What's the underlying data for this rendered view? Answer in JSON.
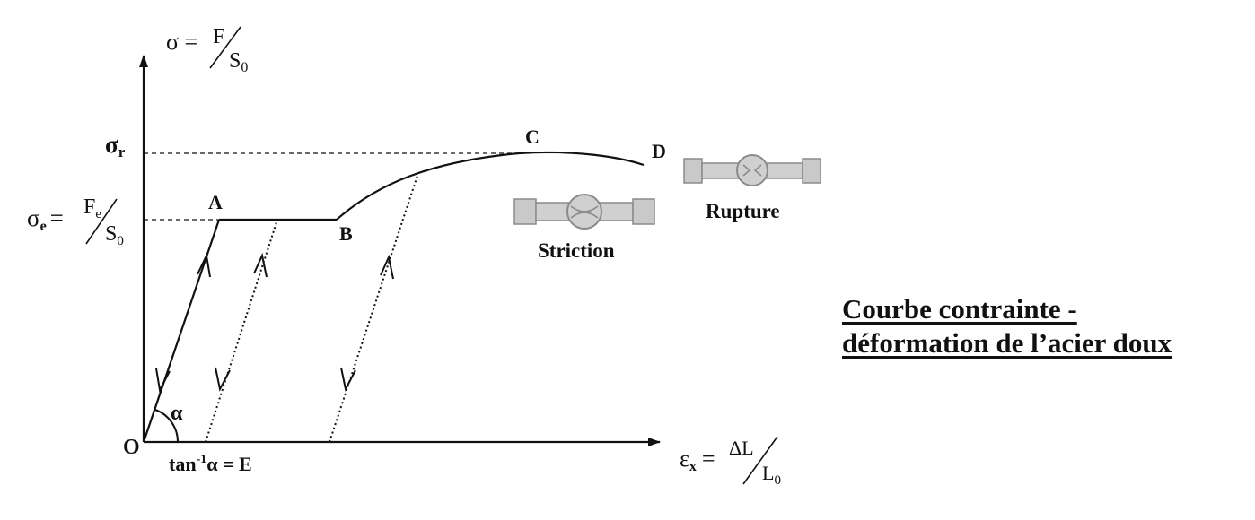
{
  "axes": {
    "y_label_lhs": "σ =",
    "y_label_num": "F",
    "y_label_den": "S",
    "y_label_den_sub": "0",
    "x_label_lhs": "ε",
    "x_label_lhs_sub": "x",
    "x_label_eq": "=",
    "x_label_num": "ΔL",
    "x_label_den": "L",
    "x_label_den_sub": "0",
    "origin": "O"
  },
  "stress_levels": {
    "sigma_r_symbol": "σ",
    "sigma_r_sub": "r",
    "sigma_e_symbol": "σ",
    "sigma_e_sub": "e",
    "sigma_e_eq": "=",
    "sigma_e_num": "F",
    "sigma_e_num_sub": "e",
    "sigma_e_den": "S",
    "sigma_e_den_sub": "0"
  },
  "points": {
    "A": "A",
    "B": "B",
    "C": "C",
    "D": "D"
  },
  "angle": {
    "symbol": "α",
    "relation_prefix": "tan",
    "relation_exp": "-1",
    "relation_rest": "α = E"
  },
  "specimens": {
    "striction": "Striction",
    "rupture": "Rupture"
  },
  "caption": {
    "line1": "Courbe contrainte -",
    "line2": "déformation de l’acier doux"
  },
  "colors": {
    "ink": "#111111",
    "specimen_fill": "#c9c9c9",
    "specimen_stroke": "#8a8a8a"
  }
}
